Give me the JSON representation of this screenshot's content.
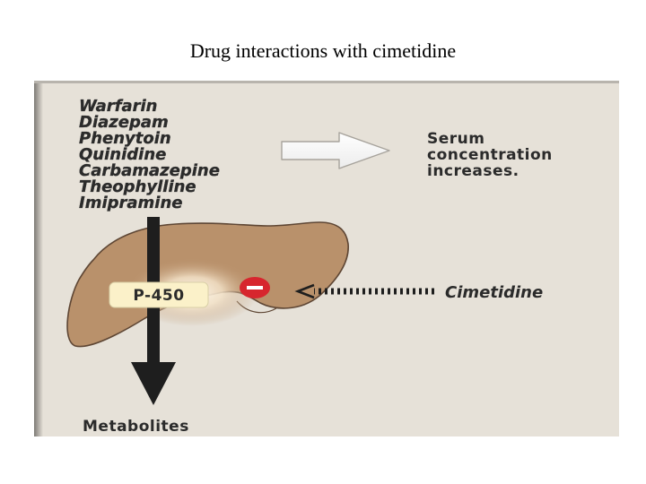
{
  "slide": {
    "title": "Drug interactions with cimetidine"
  },
  "figure": {
    "drugs": [
      "Warfarin",
      "Diazepam",
      "Phenytoin",
      "Quinidine",
      "Carbamazepine",
      "Theophylline",
      "Imipramine"
    ],
    "outcome_lines": [
      "Serum",
      "concentration",
      "increases."
    ],
    "enzyme_label": "P-450",
    "inhibitor_label": "Cimetidine",
    "product_label": "Metabolites",
    "colors": {
      "panel_background": "#e6e1d8",
      "panel_edge": "#8a8680",
      "liver_fill": "#b9916b",
      "liver_outline": "#5e4634",
      "liver_highlight": "#fff8ec",
      "enzyme_box": "#fbf1c9",
      "inhibit_symbol": "#d7262e",
      "arrow_dark": "#1e1e1e",
      "text": "#2b2b2b"
    }
  }
}
